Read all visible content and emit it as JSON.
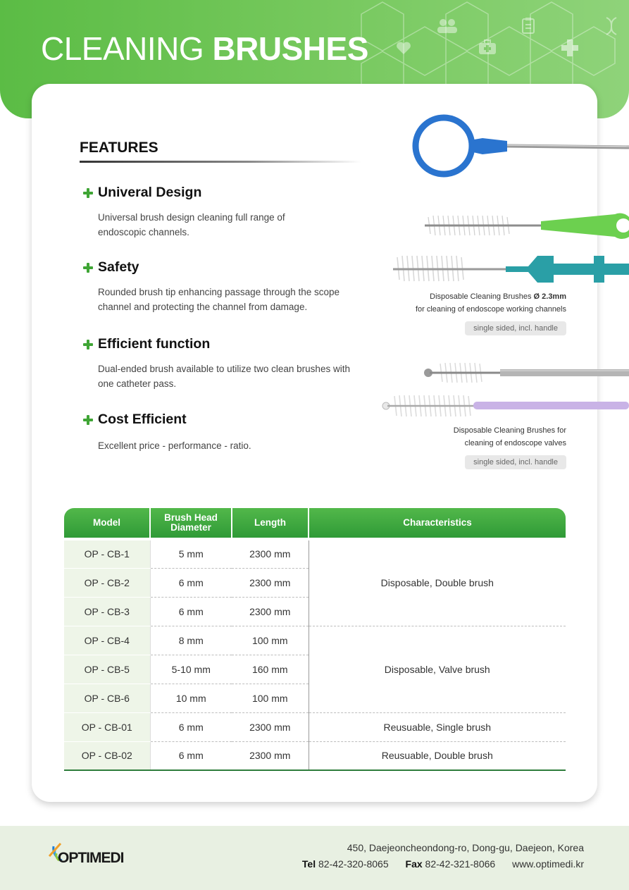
{
  "header": {
    "title_light": "CLEANING ",
    "title_bold": "BRUSHES",
    "icons": [
      "heart-icon",
      "users-icon",
      "first-aid-kit-icon",
      "clipboard-icon",
      "medical-cross-icon",
      "dna-icon"
    ]
  },
  "features": {
    "title": "FEATURES",
    "items": [
      {
        "title": "Univeral Design",
        "text": "Universal brush design cleaning full range of endoscopic channels."
      },
      {
        "title": "Safety",
        "text": "Rounded brush tip enhancing passage through the scope channel and protecting the channel from damage."
      },
      {
        "title": "Efficient function",
        "text": "Dual-ended brush available to utilize two clean brushes with one catheter pass."
      },
      {
        "title": "Cost Efficient",
        "text": "Excellent price - performance - ratio."
      }
    ]
  },
  "products": [
    {
      "caption_line1": "Disposable Cleaning Brushes ",
      "caption_bold": "Ø 2.3mm",
      "caption_line2": "for cleaning of endoscope working channels",
      "tag": "single sided, incl. handle"
    },
    {
      "caption_line1": "Disposable Cleaning Brushes for",
      "caption_line2": "cleaning of endoscope valves",
      "tag": "single sided, incl. handle"
    }
  ],
  "table": {
    "headers": [
      "Model",
      "Brush Head Diameter",
      "Length",
      "Characteristics"
    ],
    "rows": [
      {
        "model": "OP - CB-1",
        "diameter": "5 mm",
        "length": "2300 mm"
      },
      {
        "model": "OP - CB-2",
        "diameter": "6 mm",
        "length": "2300 mm"
      },
      {
        "model": "OP - CB-3",
        "diameter": "6 mm",
        "length": "2300 mm"
      },
      {
        "model": "OP - CB-4",
        "diameter": "8 mm",
        "length": "100 mm"
      },
      {
        "model": "OP - CB-5",
        "diameter": "5-10 mm",
        "length": "160 mm"
      },
      {
        "model": "OP - CB-6",
        "diameter": "10 mm",
        "length": "100 mm"
      },
      {
        "model": "OP - CB-01",
        "diameter": "6 mm",
        "length": "2300 mm"
      },
      {
        "model": "OP - CB-02",
        "diameter": "6 mm",
        "length": "2300 mm"
      }
    ],
    "characteristics": [
      "Disposable, Double brush",
      "Disposable, Valve brush",
      "Reusuable, Single brush",
      "Reusuable, Double brush"
    ]
  },
  "footer": {
    "logo": "OPTIMEDI",
    "address": "450, Daejeoncheondong-ro, Dong-gu, Daejeon, Korea",
    "tel_label": "Tel",
    "tel": "82-42-320-8065",
    "fax_label": "Fax",
    "fax": "82-42-321-8066",
    "website": "www.optimedi.kr"
  },
  "colors": {
    "brand_green": "#3fa535",
    "header_green": "#5bbc45",
    "table_header": "#2f9a37",
    "footer_bg": "#e8f0e2"
  }
}
